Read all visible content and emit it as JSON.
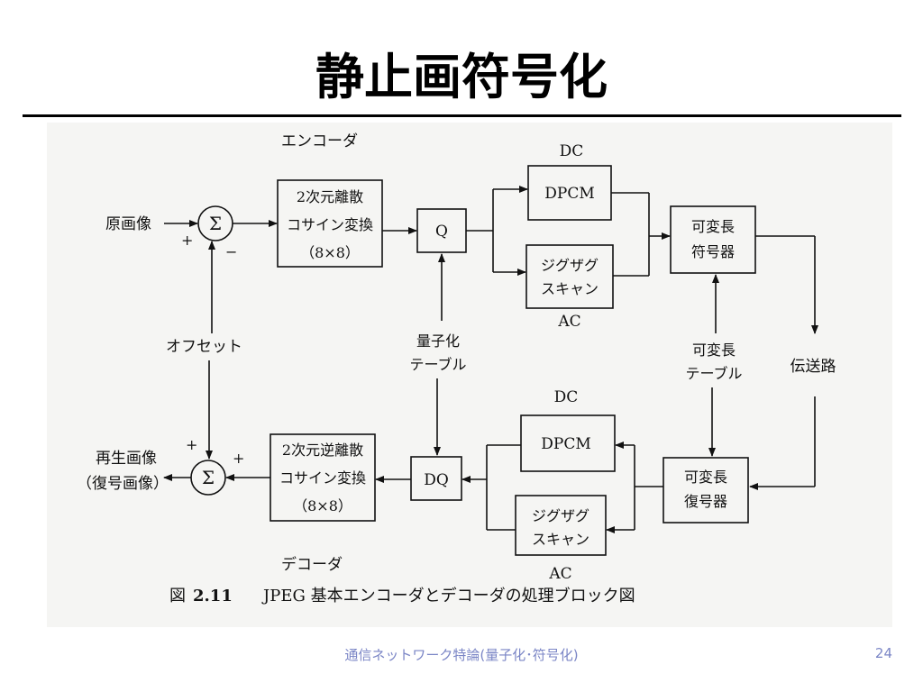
{
  "slide": {
    "title": "静止画符号化",
    "footer": "通信ネットワーク特論(量子化･符号化)",
    "page_number": "24"
  },
  "diagram": {
    "encoder_label": "エンコーダ",
    "decoder_label": "デコーダ",
    "input_label": "原画像",
    "output_label_1": "再生画像",
    "output_label_2": "（復号画像）",
    "offset_label": "オフセット",
    "sigma": "Σ",
    "plus": "+",
    "minus": "−",
    "dct_box": [
      "2次元離散",
      "コサイン変換",
      "（8×8）"
    ],
    "idct_box": [
      "2次元逆離散",
      "コサイン変換",
      "（8×8）"
    ],
    "q_box": "Q",
    "dq_box": "DQ",
    "dc": "DC",
    "dpcm": "DPCM",
    "zigzag_box": [
      "ジグザグ",
      "スキャン"
    ],
    "ac": "AC",
    "vlc_box": [
      "可変長",
      "符号器"
    ],
    "vld_box": [
      "可変長",
      "復号器"
    ],
    "quant_table": [
      "量子化",
      "テーブル"
    ],
    "vl_table": [
      "可変長",
      "テーブル"
    ],
    "channel": "伝送路",
    "caption_prefix": "図",
    "caption_number": "2.11",
    "caption_text": "JPEG 基本エンコーダとデコーダの処理ブロック図"
  }
}
